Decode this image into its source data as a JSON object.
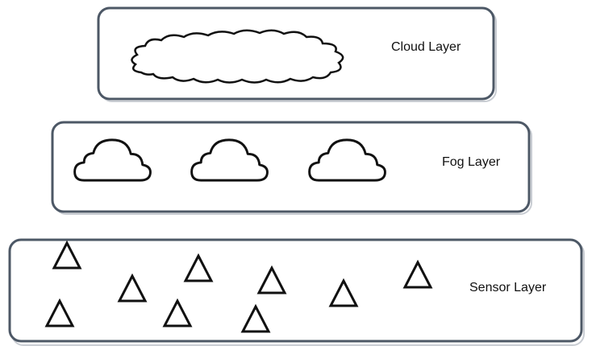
{
  "layers": [
    {
      "label": "Cloud Layer"
    },
    {
      "label": "Fog Layer"
    },
    {
      "label": "Sensor Layer"
    }
  ],
  "icons": {
    "cloud_layer": "cloud-icon",
    "fog_layer": "cloud-icon",
    "sensor_layer": "triangle-sensor-icon"
  },
  "colors": {
    "box_border": "#4d5866",
    "shape_stroke": "#111111",
    "background": "#ffffff"
  }
}
